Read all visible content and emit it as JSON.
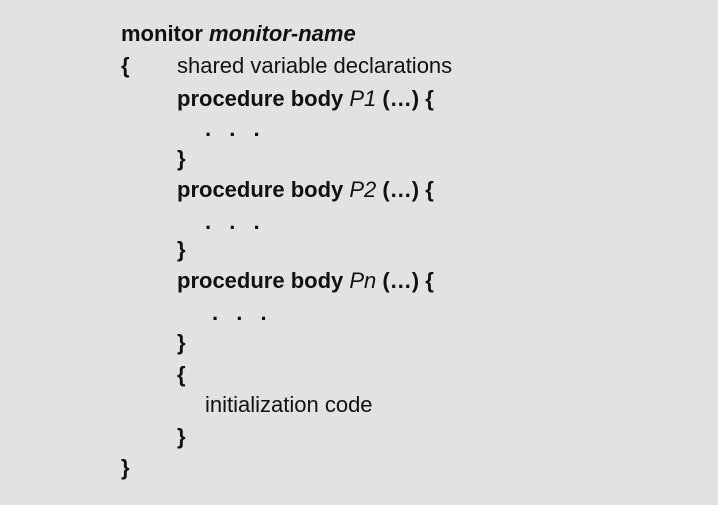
{
  "code": {
    "header": {
      "keyword": "monitor",
      "name": "monitor-name"
    },
    "open_brace": "{",
    "declarations": "shared variable declarations",
    "procedures": [
      {
        "keyword": "procedure body",
        "name": "P1",
        "params": "(…)",
        "open": "{",
        "ellipsis": ". . .",
        "close": "}"
      },
      {
        "keyword": "procedure body",
        "name": "P2",
        "params": "(…)",
        "open": "{",
        "ellipsis": ". . .",
        "close": "}"
      },
      {
        "keyword": "procedure body",
        "name": "Pn",
        "params": "(…)",
        "open": "{",
        "ellipsis": ". . .",
        "close": "}"
      }
    ],
    "init": {
      "open": "{",
      "text": "initialization code",
      "close": "}"
    },
    "close_brace": "}"
  }
}
